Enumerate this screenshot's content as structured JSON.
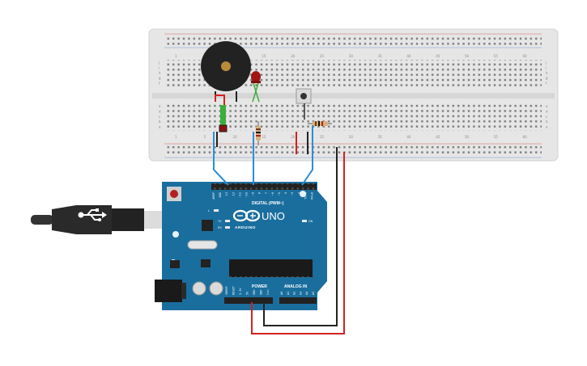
{
  "board": {
    "logo_text": "UNO",
    "brand_text": "ARDUINO",
    "digital_header": "DIGITAL (PWM~)",
    "power_header": "POWER",
    "analog_header": "ANALOG IN",
    "on_label": "ON",
    "l_label": "L",
    "tx_label": "TX",
    "rx_label": "RX",
    "digital_pins": [
      "AREF",
      "GND",
      "13",
      "12",
      "~11",
      "~10",
      "~9",
      "8",
      "7",
      "~6",
      "~5",
      "4",
      "~3",
      "2",
      "TX▸1",
      "RX◂0"
    ],
    "power_pins": [
      "IOREF",
      "RESET",
      "3.3V",
      "5V",
      "GND",
      "GND",
      "Vin"
    ],
    "analog_pins": [
      "A0",
      "A1",
      "A2",
      "A3",
      "A4",
      "A5"
    ]
  },
  "breadboard": {
    "col_numbers": [
      "1",
      "5",
      "10",
      "15",
      "20",
      "25",
      "30",
      "35",
      "40",
      "45",
      "50",
      "55",
      "60"
    ],
    "row_letters_top": [
      "j",
      "i",
      "h",
      "g",
      "f"
    ],
    "row_letters_bottom": [
      "e",
      "d",
      "c",
      "b",
      "a"
    ]
  },
  "colors": {
    "breadboard": "#e6e6e6",
    "board": "#1a6e9e",
    "wire_blue": "#2b8fd6",
    "wire_red": "#d62020",
    "wire_black": "#222222"
  }
}
